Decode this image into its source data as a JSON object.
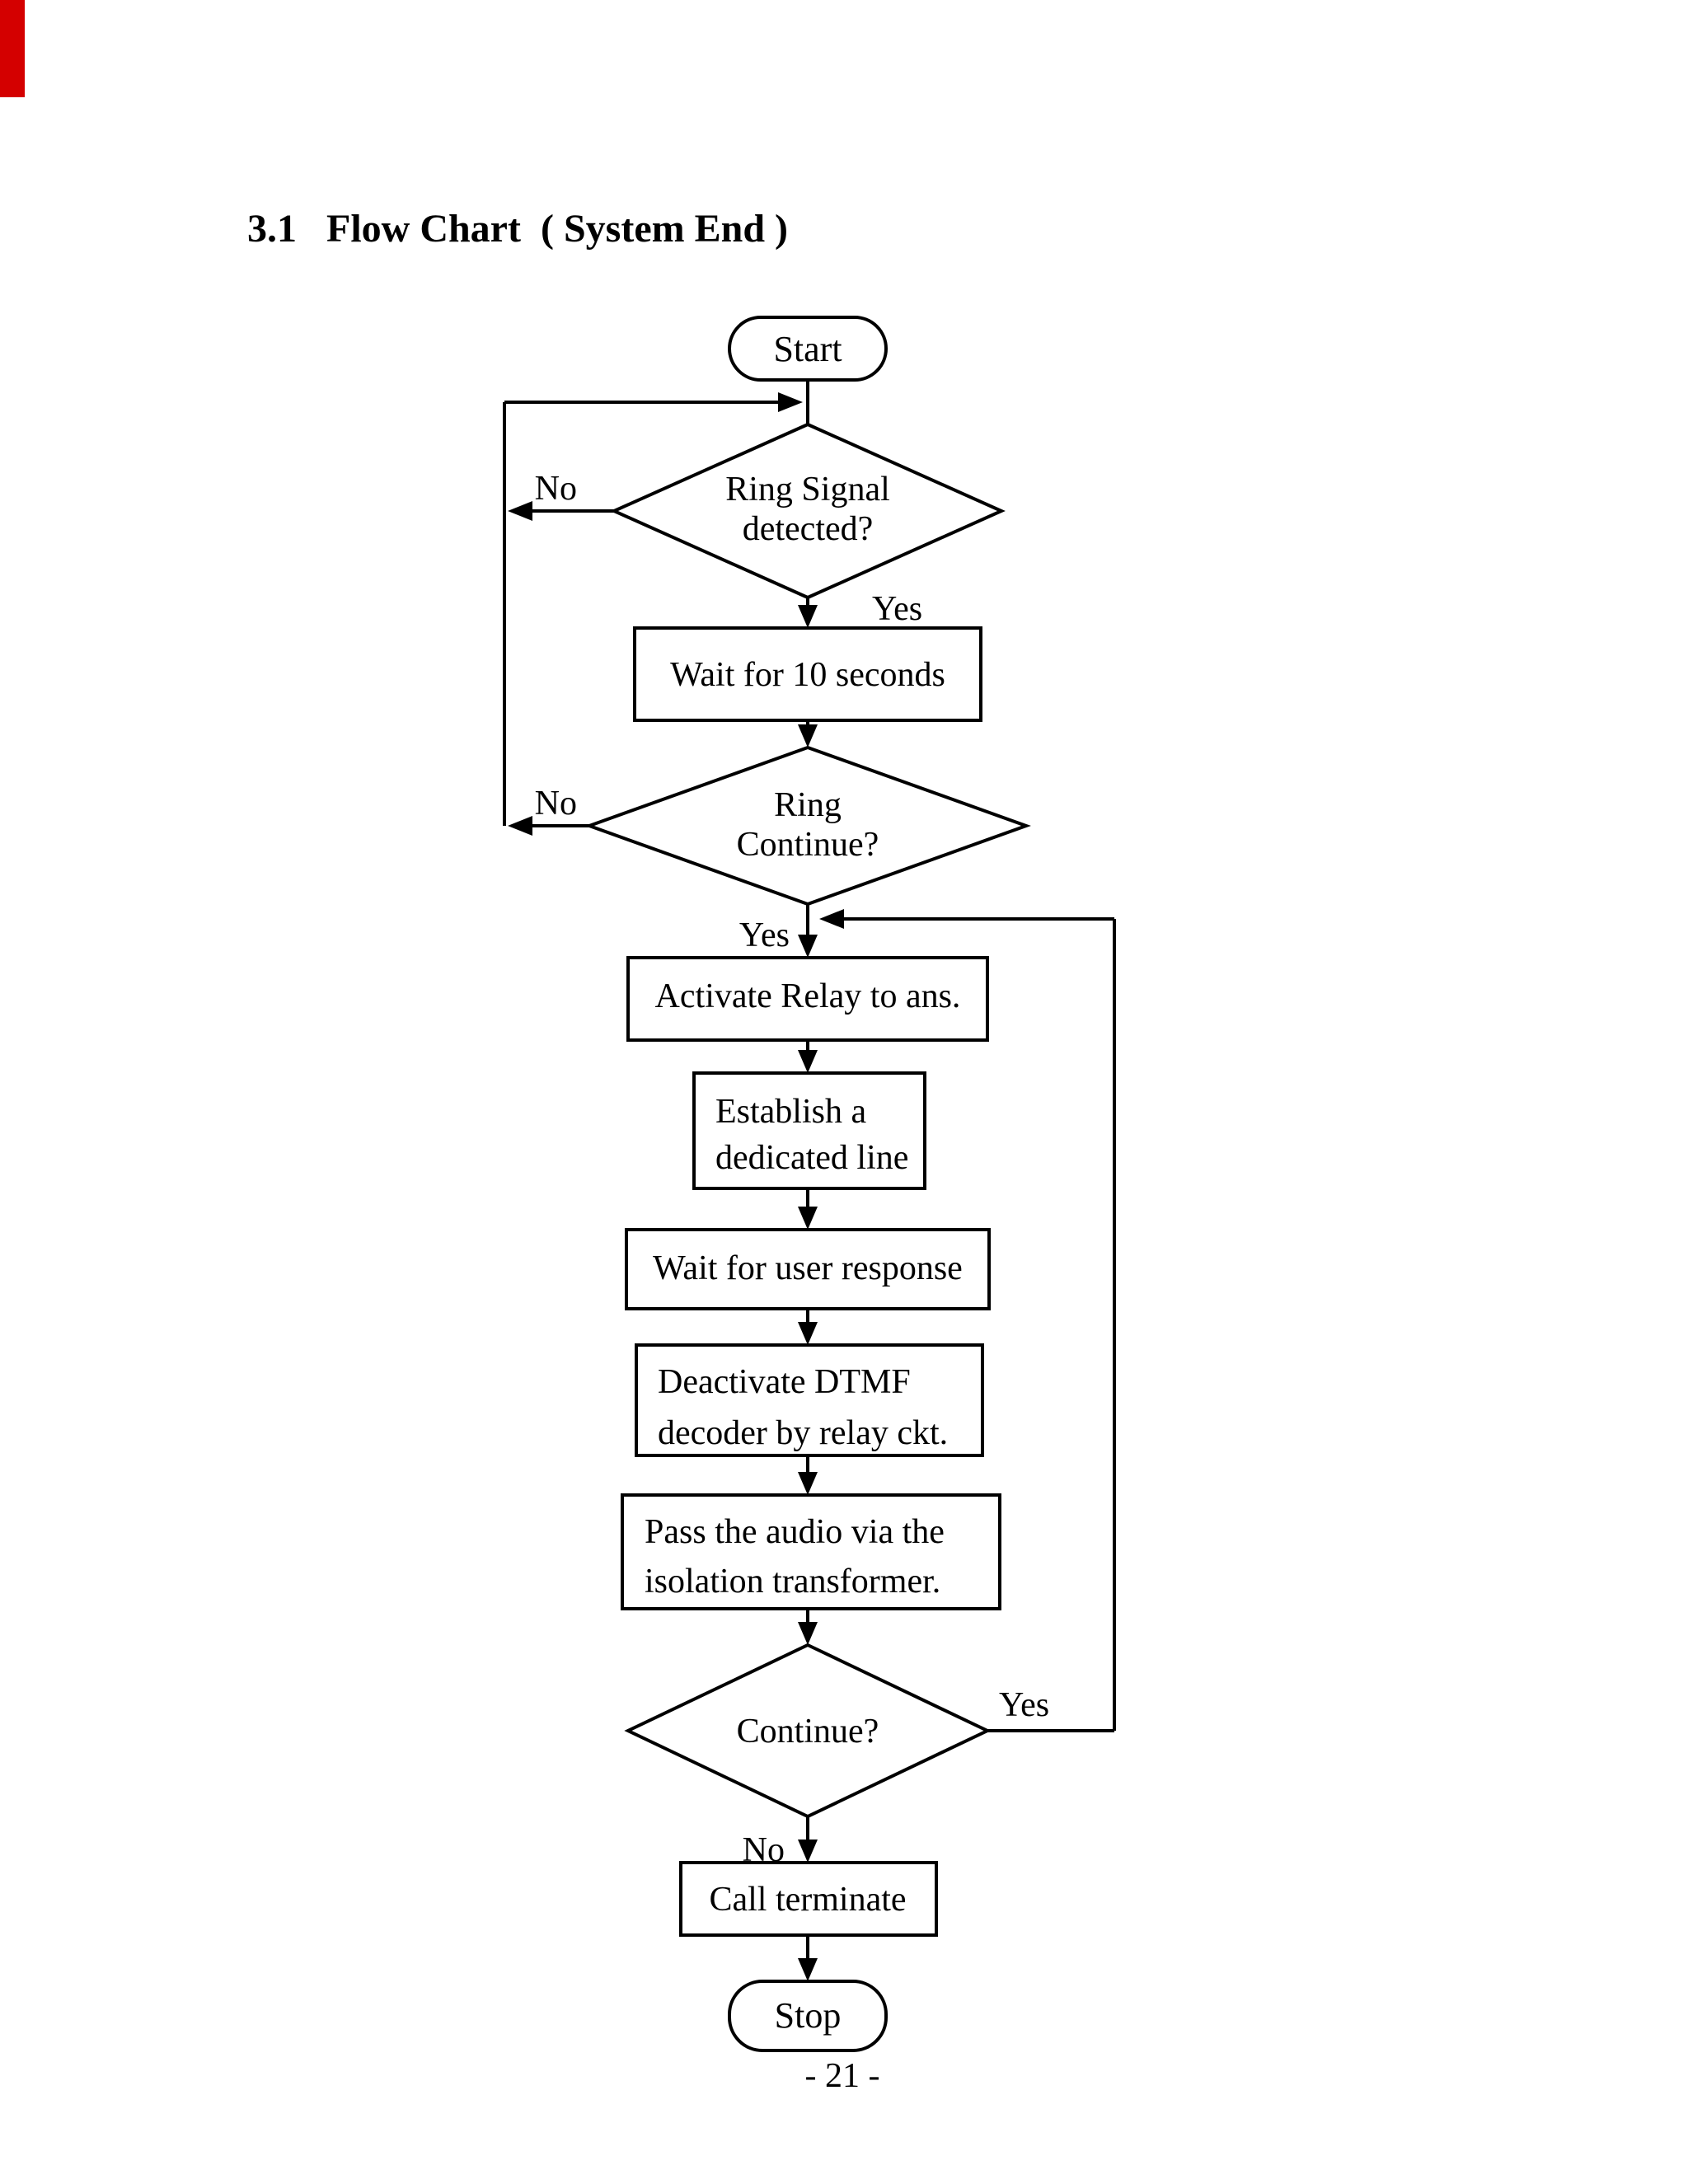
{
  "page": {
    "title": "3.1   Flow Chart  ( System End )",
    "page_number": "- 21 -",
    "background_color": "#ffffff",
    "ink_color": "#000000",
    "edge_artifact_color": "#d40000"
  },
  "flowchart": {
    "start": {
      "label": "Start"
    },
    "ring_signal": {
      "line1": "Ring Signal",
      "line2": "detected?",
      "no": "No",
      "yes": "Yes"
    },
    "wait_10": {
      "label": "Wait for 10 seconds"
    },
    "ring_continue": {
      "line1": "Ring",
      "line2": "Continue?",
      "no": "No",
      "yes": "Yes"
    },
    "activate_relay": {
      "label": "Activate Relay to ans."
    },
    "establish": {
      "line1": "Establish a",
      "line2": "dedicated line"
    },
    "wait_user": {
      "label": "Wait for user response"
    },
    "deactivate_dtmf": {
      "line1": "Deactivate DTMF",
      "line2": "decoder by relay ckt."
    },
    "pass_audio": {
      "line1": "Pass the audio via the",
      "line2": "isolation transformer."
    },
    "continue_q": {
      "label": "Continue?",
      "yes": "Yes",
      "no": "No"
    },
    "call_terminate": {
      "label": "Call terminate"
    },
    "stop": {
      "label": "Stop"
    }
  }
}
